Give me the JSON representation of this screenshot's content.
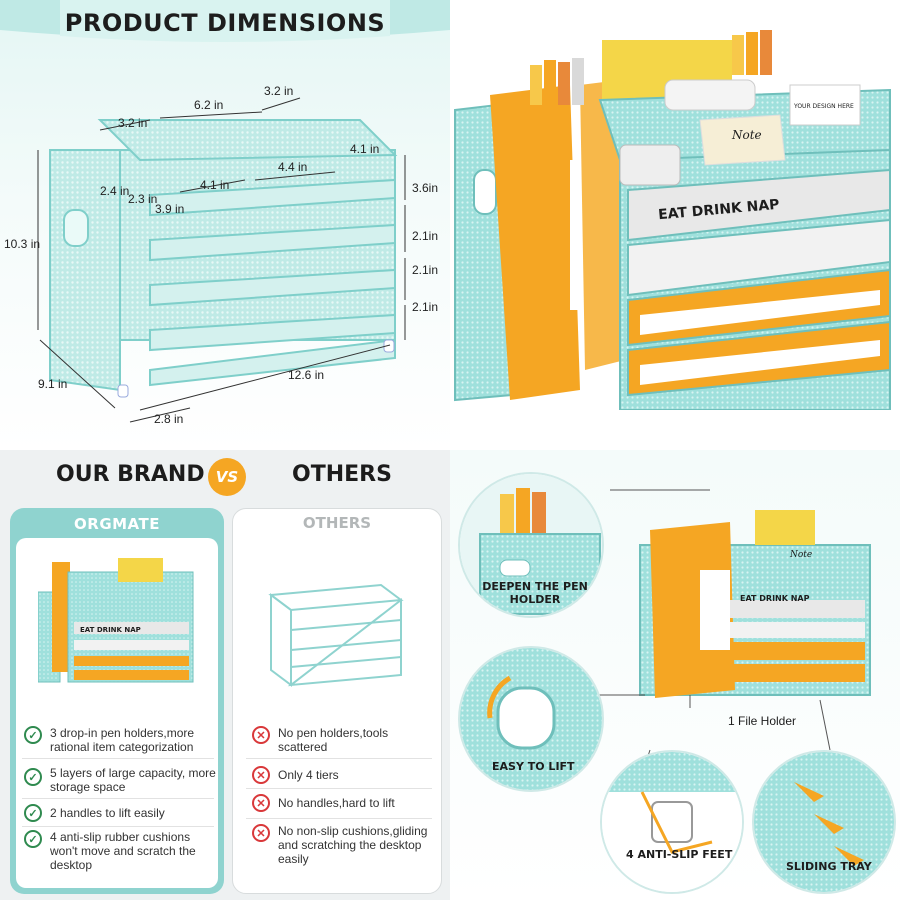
{
  "colors": {
    "mint": "#9fe0dc",
    "mint_dark": "#6fbfbb",
    "orange": "#f5a623",
    "check_green": "#2f8a4f",
    "cross_red": "#d9383a"
  },
  "dimensions_panel": {
    "title": "PRODUCT DIMENSIONS",
    "labels": {
      "top_left_width": "3.2 in",
      "top_middle_width": "6.2 in",
      "top_right_width": "3.2 in",
      "pen_slot_1": "2.4 in",
      "pen_slot_2": "2.3 in",
      "pen_slot_3": "3.9 in",
      "tray_left": "4.1 in",
      "tray_middle": "4.4 in",
      "tray_right": "4.1 in",
      "top_tier_height": "3.6in",
      "tier_2_height": "2.1in",
      "tier_3_height": "2.1in",
      "tier_4_height": "2.1in",
      "total_height": "10.3 in",
      "depth": "9.1 in",
      "length": "12.6 in",
      "file_holder_width": "2.8 in"
    }
  },
  "hero_panel": {
    "book_title": "EAT DRINK NAP",
    "note_text": "Note",
    "card_text": "YOUR DESIGN HERE"
  },
  "comparison_panel": {
    "our_brand_heading": "OUR BRAND",
    "vs_label": "VS",
    "others_heading": "OTHERS",
    "brand_logo": "ORGMATE",
    "others_tab": "OTHERS",
    "product_book_title": "EAT DRINK NAP",
    "brand_points": [
      "3 drop-in pen holders,more rational item categorization",
      "5 layers of large capacity, more storage space",
      "2 handles to lift easily",
      "4 anti-slip rubber cushions won't move and scratch the desktop"
    ],
    "others_points": [
      "No pen holders,tools scattered",
      "Only 4 tiers",
      "No handles,hard to lift",
      "No non-slip cushions,gliding and scratching the desktop easily"
    ],
    "check_glyph": "✓",
    "cross_glyph": "✕"
  },
  "features_panel": {
    "labels": {
      "pen_holder": "DEEPEN THE PEN HOLDER",
      "easy_lift": "EASY TO LIFT",
      "file_holder": "1 File Holder",
      "anti_slip": "4 ANTI-SLIP FEET",
      "sliding_tray": "SLIDING TRAY"
    },
    "book_title": "EAT DRINK NAP",
    "note_text": "Note"
  }
}
